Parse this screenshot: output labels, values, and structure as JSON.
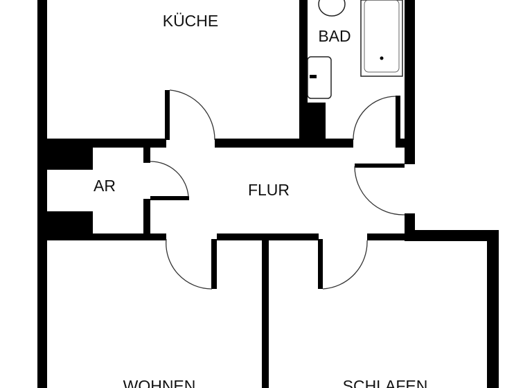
{
  "floorplan": {
    "rooms": {
      "kueche": "KÜCHE",
      "bad": "BAD",
      "ar": "AR",
      "flur": "FLUR",
      "wohnen": "WOHNEN",
      "schlafen": "SCHLAFEN"
    },
    "wall_color": "#000000",
    "background_color": "#ffffff"
  }
}
